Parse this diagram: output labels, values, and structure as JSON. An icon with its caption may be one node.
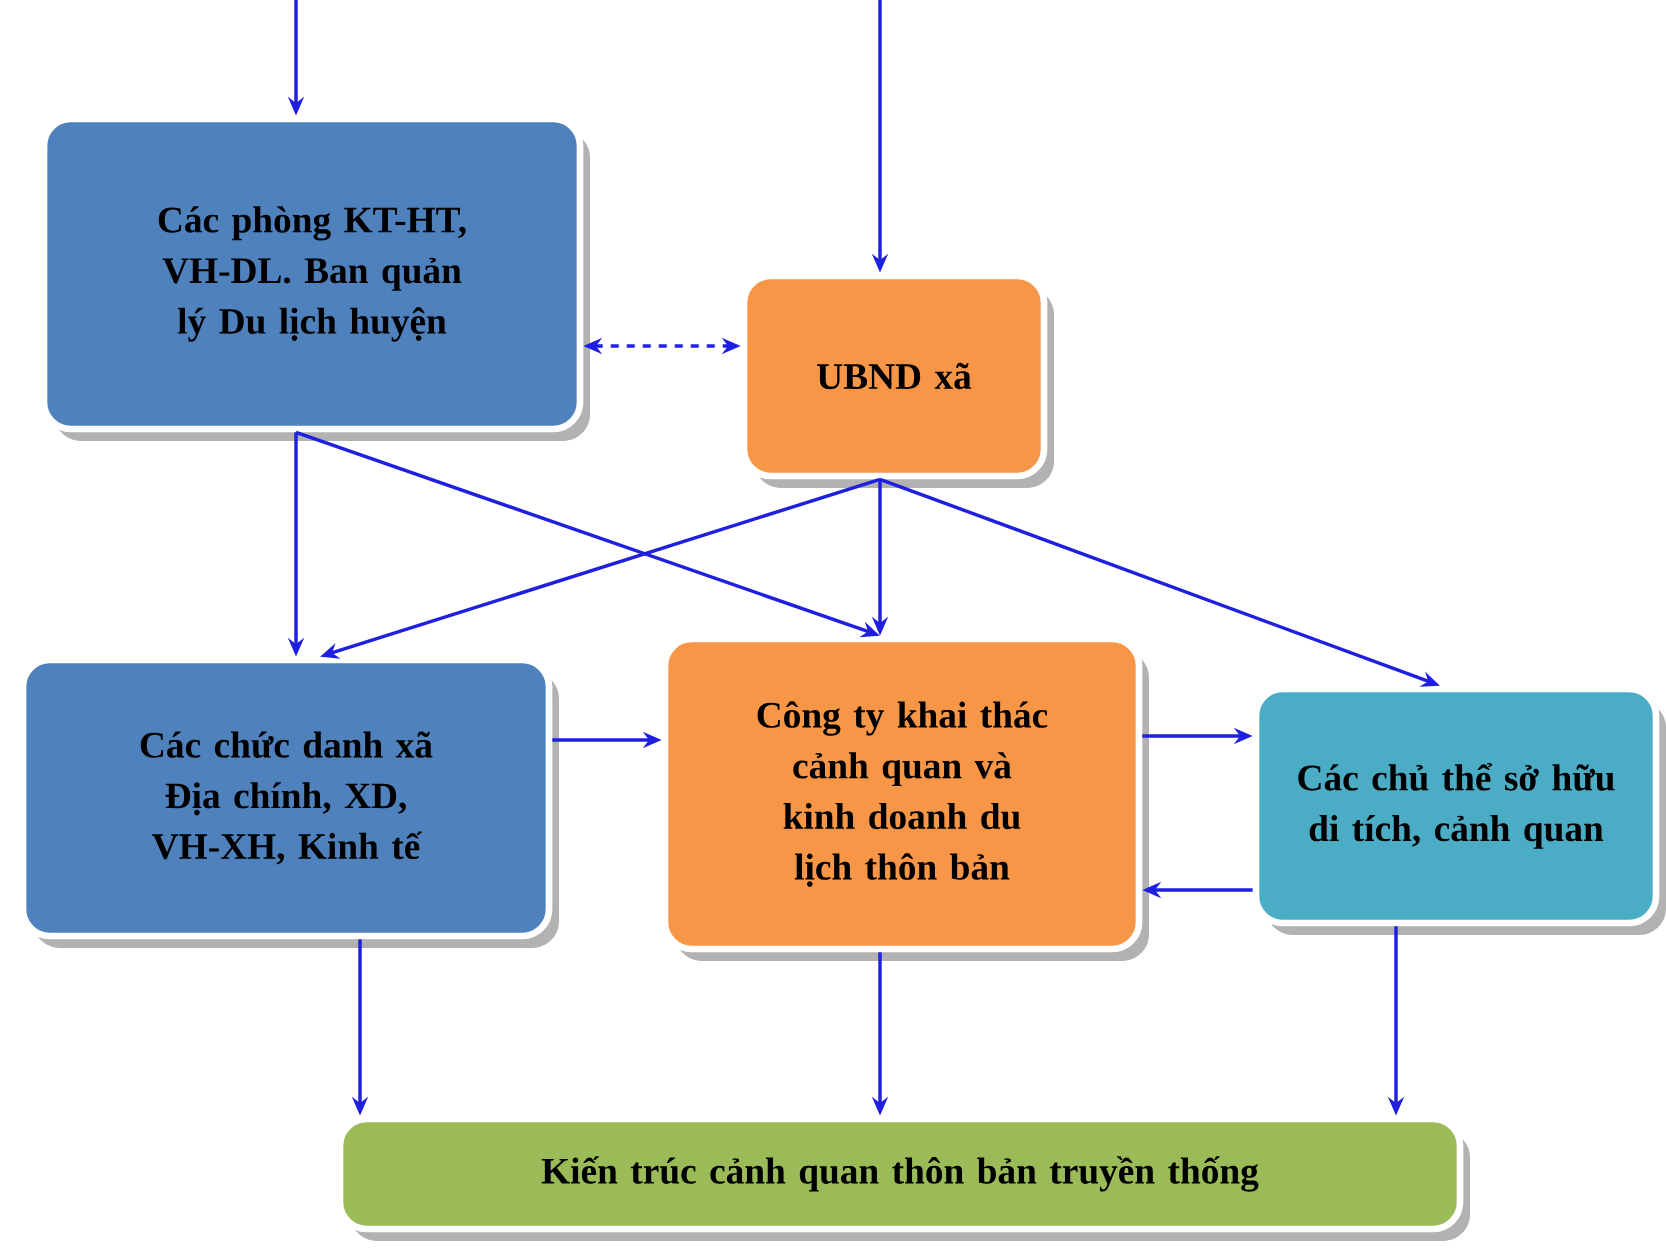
{
  "diagram": {
    "nodes": [
      {
        "text": [
          "Các phòng KT-HT, VH-DL. Ban quản lý Du lịch huyện"
        ]
      },
      {
        "text": [
          "UBND xã"
        ]
      },
      {
        "text": [
          "Các chức danh xã Địa chính, XD, VH-XH, Kinh tế"
        ]
      },
      {
        "text": [
          "Công ty khai thác cảnh quan và kinh doanh du lịch thôn bản"
        ]
      },
      {
        "text": [
          "Các chủ thể sở hữu di tích, cảnh quan"
        ]
      },
      {
        "text": [
          "Kiến trúc cảnh quan thôn bản truyền thống"
        ]
      }
    ],
    "edges": [
      {
        "from": null,
        "to": 0,
        "arrow": "to"
      },
      {
        "from": null,
        "to": 1,
        "arrow": "to"
      },
      {
        "from": 0,
        "to": 1,
        "arrow": "both",
        "style": "dashed"
      },
      {
        "from": 0,
        "to": 2,
        "arrow": "to"
      },
      {
        "from": 0,
        "to": 3,
        "arrow": "to"
      },
      {
        "from": 1,
        "to": 2,
        "arrow": "to"
      },
      {
        "from": 1,
        "to": 3,
        "arrow": "to"
      },
      {
        "from": 1,
        "to": 4,
        "arrow": "to"
      },
      {
        "from": 2,
        "to": 3,
        "arrow": "to"
      },
      {
        "from": 3,
        "to": 4,
        "arrow": "to"
      },
      {
        "from": 4,
        "to": 3,
        "arrow": "to"
      },
      {
        "from": 2,
        "to": 5,
        "arrow": "to"
      },
      {
        "from": 3,
        "to": 5,
        "arrow": "to"
      },
      {
        "from": 4,
        "to": 5,
        "arrow": "to"
      }
    ]
  }
}
